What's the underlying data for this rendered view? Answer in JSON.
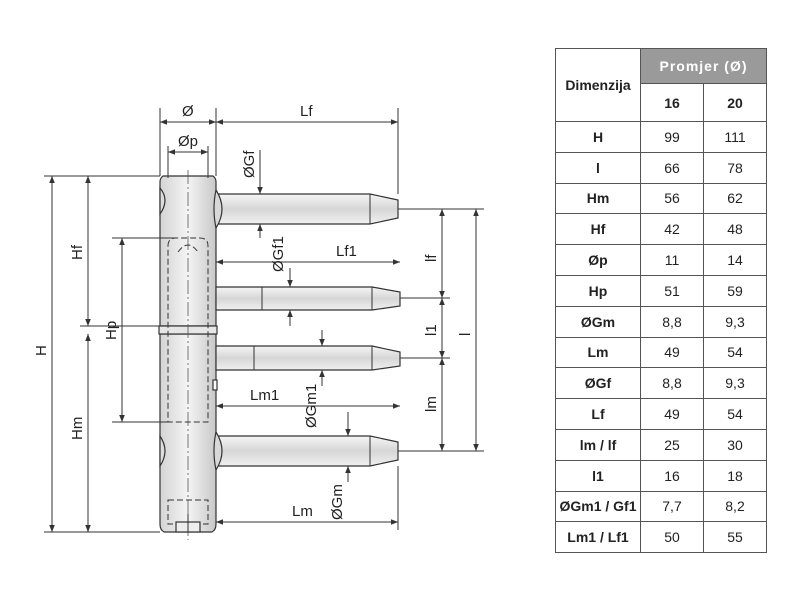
{
  "drawing": {
    "labels": {
      "d": "Ø",
      "dp": "Øp",
      "lf_top": "Lf",
      "dgf": "ØGf",
      "dgf1": "ØGf1",
      "lf1": "Lf1",
      "hf": "Hf",
      "hp": "Hp",
      "h": "H",
      "hm": "Hm",
      "lm1": "Lm1",
      "dgm1": "ØGm1",
      "dgm": "ØGm",
      "lm": "Lm",
      "lf_side": "lf",
      "l1": "l1",
      "l": "l",
      "lm_side": "lm"
    }
  },
  "table": {
    "header_dimension": "Dimenzija",
    "header_group": "Promjer (Ø)",
    "sizes": [
      "16",
      "20"
    ],
    "rows": [
      {
        "label": "H",
        "v16": "99",
        "v20": "111"
      },
      {
        "label": "l",
        "v16": "66",
        "v20": "78"
      },
      {
        "label": "Hm",
        "v16": "56",
        "v20": "62"
      },
      {
        "label": "Hf",
        "v16": "42",
        "v20": "48"
      },
      {
        "label": "Øp",
        "v16": "11",
        "v20": "14"
      },
      {
        "label": "Hp",
        "v16": "51",
        "v20": "59"
      },
      {
        "label": "ØGm",
        "v16": "8,8",
        "v20": "9,3"
      },
      {
        "label": "Lm",
        "v16": "49",
        "v20": "54"
      },
      {
        "label": "ØGf",
        "v16": "8,8",
        "v20": "9,3"
      },
      {
        "label": "Lf",
        "v16": "49",
        "v20": "54"
      },
      {
        "label": "lm / lf",
        "v16": "25",
        "v20": "30"
      },
      {
        "label": "l1",
        "v16": "16",
        "v20": "18"
      },
      {
        "label": "ØGm1 / Gf1",
        "v16": "7,7",
        "v20": "8,2"
      },
      {
        "label": "Lm1 / Lf1",
        "v16": "50",
        "v20": "55"
      }
    ]
  }
}
